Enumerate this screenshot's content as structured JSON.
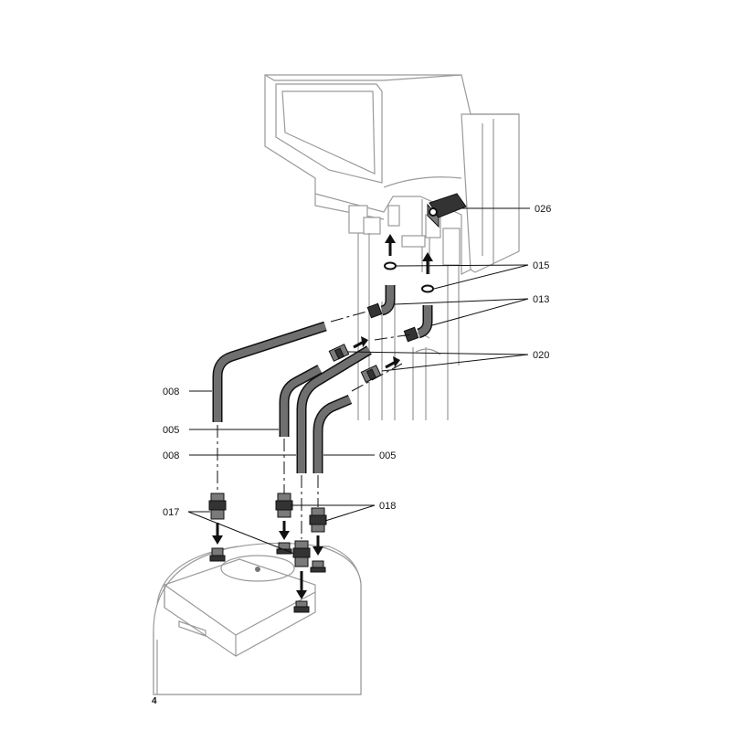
{
  "labels": {
    "l026": "026",
    "l015": "015",
    "l013": "013",
    "l020": "020",
    "l008a": "008",
    "l005a": "005",
    "l008b": "008",
    "l005b": "005",
    "l017": "017",
    "l018": "018"
  },
  "page_number": "4"
}
